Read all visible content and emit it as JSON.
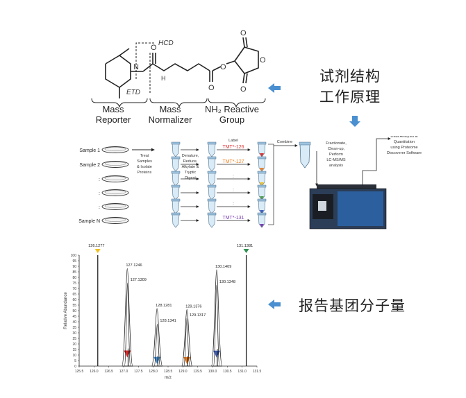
{
  "chem": {
    "hcd": "HCD",
    "etd": "ETD",
    "atoms": {
      "n": "N",
      "h": "H",
      "o1": "O",
      "o2": "O",
      "o3": "O",
      "o4": "O",
      "o5": "O",
      "o6": "O"
    },
    "groups": [
      {
        "line1": "Mass",
        "line2": "Reporter"
      },
      {
        "line1": "Mass",
        "line2": "Normalizer"
      },
      {
        "line1": "NH₂ Reactive",
        "line2": "Group"
      }
    ]
  },
  "captions": {
    "structure_line1": "试剂结构",
    "structure_line2": "工作原理",
    "reporter": "报告基团分子量"
  },
  "workflow": {
    "samples": [
      "Sample 1",
      "Sample 2",
      ":",
      ":",
      ":",
      "Sample N"
    ],
    "step1": [
      "Treat",
      "Samples",
      "& Isolate",
      "Proteins"
    ],
    "step2": [
      "Denature,",
      "Reduce,",
      "Alkylate &",
      "Tryptic",
      "Digest"
    ],
    "label_header": "Label",
    "labels": [
      {
        "text": "TMT*-126",
        "color": "#e03030"
      },
      {
        "text": "TMT*-127",
        "color": "#f08020"
      },
      {
        "text": ":",
        "color": "#555555"
      },
      {
        "text": ":",
        "color": "#555555"
      },
      {
        "text": ":",
        "color": "#555555"
      },
      {
        "text": "TMT*-131",
        "color": "#7a3fb0"
      }
    ],
    "tube_colors": [
      "#e03030",
      "#f08020",
      "#f0c020",
      "#50a050",
      "#4060c0",
      "#7a3fb0"
    ],
    "combine": "Combine",
    "step3": [
      "Fractionate,",
      "Clean-up,",
      "Perform",
      "LC-MS/MS",
      "analysis"
    ],
    "step4": [
      "Data Analysis &",
      "Quantitation",
      "using Proteome",
      "Discoverer Software"
    ]
  },
  "spectrum": {
    "y_axis_label": "Relative Abundance",
    "x_axis_label": "m/z",
    "y_ticks": [
      0,
      5,
      10,
      15,
      20,
      25,
      30,
      35,
      40,
      45,
      50,
      55,
      60,
      65,
      70,
      75,
      80,
      85,
      90,
      95,
      100
    ],
    "x_ticks": [
      "125.5",
      "126.0",
      "126.5",
      "127.0",
      "127.5",
      "128.0",
      "128.5",
      "129.0",
      "129.5",
      "130.0",
      "130.5",
      "131.0",
      "131.5"
    ],
    "xlim": [
      125.5,
      131.5
    ],
    "ylim": [
      0,
      100
    ],
    "peaks": [
      {
        "label": "126.1277",
        "mz": 126.1277,
        "height": 100,
        "width": 0.02,
        "color": "#f0c020",
        "marker": "down"
      },
      {
        "label": "127.1246",
        "mz": 127.1246,
        "height": 88,
        "width": 0.09,
        "color": "#e03030",
        "marker": "down"
      },
      {
        "label": "127.1309",
        "mz": 127.1309,
        "height": 75,
        "width": 0.05,
        "color": "#e03030",
        "marker": "none"
      },
      {
        "label": "128.1281",
        "mz": 128.1281,
        "height": 52,
        "width": 0.09,
        "color": "#4a90d0",
        "marker": "up"
      },
      {
        "label": "128.1341",
        "mz": 128.1341,
        "height": 38,
        "width": 0.05,
        "color": "#4a90d0",
        "marker": "none"
      },
      {
        "label": "129.1376",
        "mz": 129.1376,
        "height": 51,
        "width": 0.09,
        "color": "#f08020",
        "marker": "up"
      },
      {
        "label": "129.1317",
        "mz": 129.1317,
        "height": 43,
        "width": 0.05,
        "color": "#f08020",
        "marker": "none"
      },
      {
        "label": "130.1409",
        "mz": 130.1409,
        "height": 87,
        "width": 0.09,
        "color": "#4060c0",
        "marker": "down"
      },
      {
        "label": "130.1348",
        "mz": 130.1348,
        "height": 73,
        "width": 0.05,
        "color": "#4060c0",
        "marker": "none"
      },
      {
        "label": "131.1381",
        "mz": 131.1381,
        "height": 100,
        "width": 0.02,
        "color": "#2e9050",
        "marker": "down"
      }
    ]
  },
  "colors": {
    "arrow": "#4a8fd0"
  }
}
